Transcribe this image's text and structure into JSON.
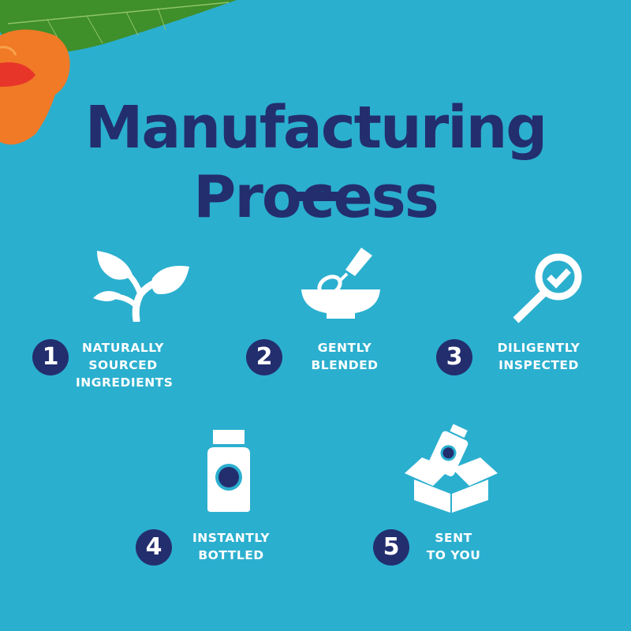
{
  "title": {
    "line1": "Manufacturing",
    "line2": "Process"
  },
  "colors": {
    "background": "#2bafcf",
    "navy": "#232e6e",
    "white": "#ffffff",
    "leaf": "#3f8f2a",
    "flower": "#f07a26"
  },
  "steps": [
    {
      "number": "1",
      "icon": "sprout-icon",
      "lines": [
        "NATURALLY",
        "SOURCED",
        "INGREDIENTS"
      ]
    },
    {
      "number": "2",
      "icon": "mixing-bowl-whisk-icon",
      "lines": [
        "GENTLY",
        "BLENDED"
      ]
    },
    {
      "number": "3",
      "icon": "magnifier-check-icon",
      "lines": [
        "DILIGENTLY",
        "INSPECTED"
      ]
    },
    {
      "number": "4",
      "icon": "bottle-icon",
      "lines": [
        "INSTANTLY",
        "BOTTLED"
      ]
    },
    {
      "number": "5",
      "icon": "box-with-bottle-icon",
      "lines": [
        "SENT",
        "TO YOU"
      ]
    }
  ]
}
